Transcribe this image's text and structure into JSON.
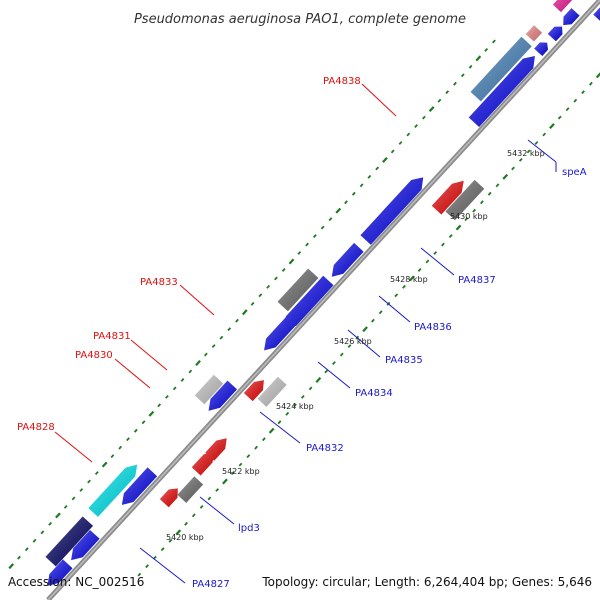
{
  "title": "Pseudomonas aeruginosa PAO1, complete genome",
  "footer": {
    "accession": "Accession: NC_002516",
    "summary": "Topology: circular; Length: 6,264,404 bp; Genes: 5,646"
  },
  "colors": {
    "backbone": "#8c8c8c",
    "tick": "#1e7a1e",
    "cds_blue": "#1010ee",
    "cds_red": "#ee1010",
    "cds_gray": "#707070",
    "cds_lightgray": "#c8c8c8",
    "cds_cyan": "#00e8f0",
    "cds_navy": "#0a0a6a",
    "cds_steel": "#4a86be",
    "cds_pink": "#ee8888",
    "cds_magenta": "#ee2299",
    "label_blue": "#1a1acc",
    "label_red": "#e01010"
  },
  "scale_labels": [
    "5420 kbp",
    "5422 kbp",
    "5424 kbp",
    "5426 kbp",
    "5428 kbp",
    "5430 kbp",
    "5432 kbp"
  ],
  "gene_labels_red": [
    "PA4828",
    "PA4830",
    "PA4831",
    "PA4833",
    "PA4838"
  ],
  "gene_labels_blue": [
    "PA4827",
    "lpd3",
    "PA4832",
    "PA4834",
    "PA4835",
    "PA4836",
    "PA4837",
    "speA"
  ]
}
